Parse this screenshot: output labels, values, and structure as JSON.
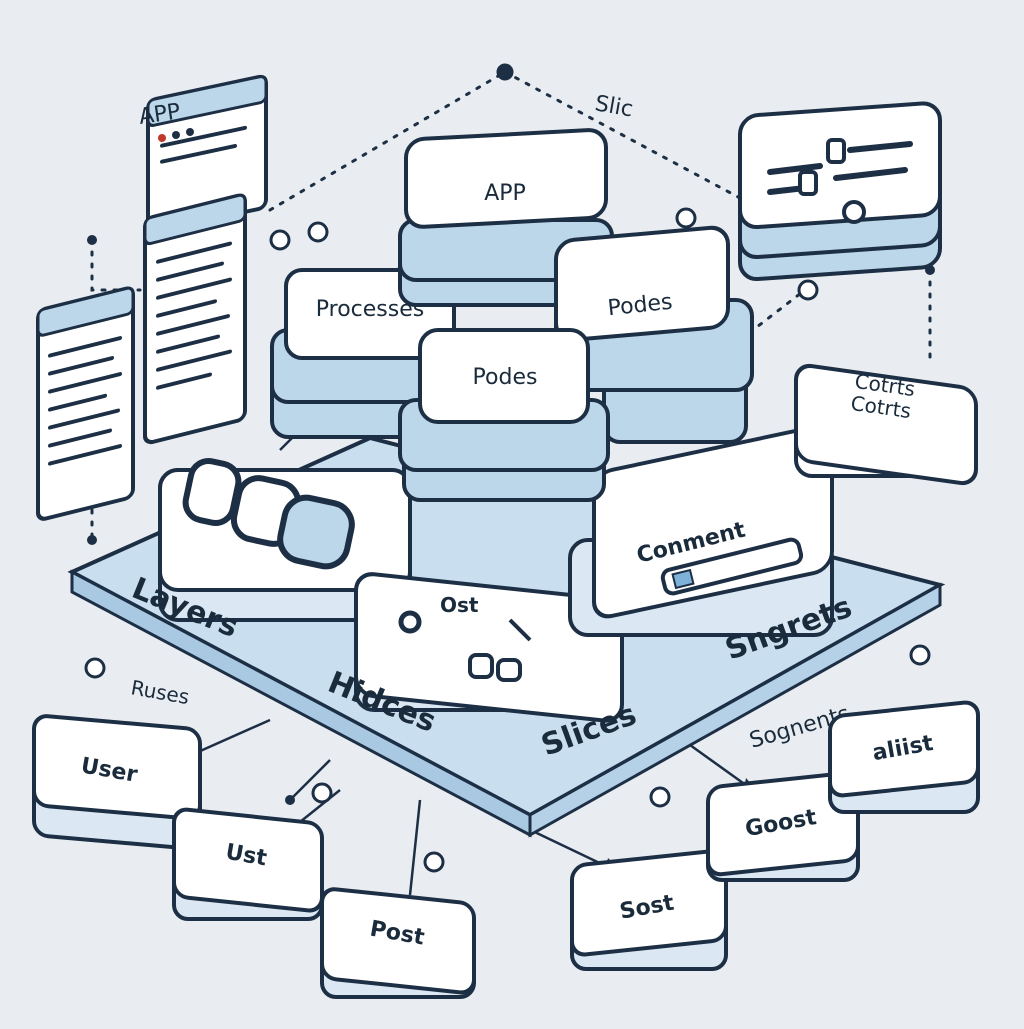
{
  "floating_labels": {
    "app_top_left": "APP",
    "slices_top": "Slic",
    "layers": "Layers",
    "hidces": "Hidces",
    "slices": "Slices",
    "sngrets": "Sngrets",
    "ruses": "Ruses",
    "sognents": "Sognents"
  },
  "blocks": {
    "app": "APP",
    "processes": "Processes",
    "podes_right": "Podes",
    "podes_center": "Podes",
    "cotrts_line1": "Cotrts",
    "cotrts_line2": "Cotrts",
    "comment": "Conment",
    "ost": "Ost"
  },
  "bottom_nodes": {
    "user": "User",
    "ust": "Ust",
    "post": "Post",
    "sost": "Sost",
    "goost": "Goost",
    "aliist": "aliist"
  },
  "colors": {
    "background": "#e9edf1",
    "stroke": "#1d2f45",
    "card": "#ffffff",
    "layer_blue": "#bcd6ea",
    "platform": "#c9dff0",
    "accent": "#7fb2d8"
  }
}
